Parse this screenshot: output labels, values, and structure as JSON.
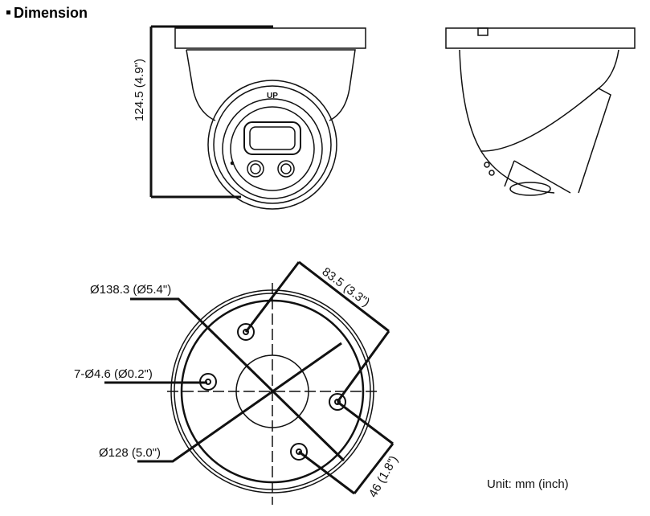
{
  "title": "Dimension",
  "front_view": {
    "height_label": "124.5 (4.9\")",
    "logo": "UP"
  },
  "base_view": {
    "outer_diameter": "Ø138.3 (Ø5.4\")",
    "holes": "7-Ø4.6 (Ø0.2\")",
    "inner_diameter": "Ø128 (5.0\")",
    "hole_spacing_long": "83.5 (3.3\")",
    "hole_spacing_short": "46 (1.8\")"
  },
  "unit": "Unit: mm (inch)"
}
